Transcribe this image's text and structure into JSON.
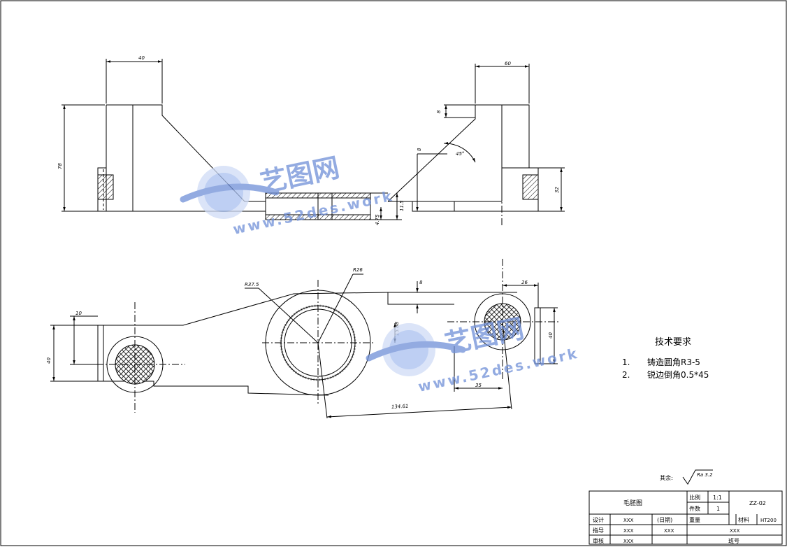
{
  "drawing": {
    "front_view_dims": {
      "width_left": "40",
      "height_left": "78",
      "width_right": "60",
      "rib_thick": "8",
      "web_thick": "8",
      "angle": "45°",
      "boss_height_right": "32",
      "bore_offset": "11.5",
      "wall_thick": "4.75"
    },
    "top_view_dims": {
      "radius_outer": "R37.5",
      "radius_inner": "R26",
      "depth": "8",
      "width_right": "26",
      "height_right": "40",
      "height_left": "40",
      "offset_left": "10",
      "small_dim": "15.88",
      "dist_35": "35",
      "center_dist": "134.61"
    }
  },
  "tech_requirements": {
    "title": "技术要求",
    "items": [
      {
        "num": "1.",
        "text": "铸造圆角R3-5"
      },
      {
        "num": "2.",
        "text": "锐边倒角0.5*45"
      }
    ]
  },
  "surface_finish": {
    "label": "其余:",
    "value": "Ra 3.2"
  },
  "title_block": {
    "drawing_name": "毛胚图",
    "scale_label": "比例",
    "scale_value": "1:1",
    "drawing_no": "ZZ-02",
    "qty_label": "件数",
    "qty_value": "1",
    "weight_label": "重量",
    "material_label": "材料",
    "material_value": "HT200",
    "design_label": "设计",
    "design_value": "XXX",
    "date_label": "(日期)",
    "guide_label": "指导",
    "guide_value": "XXX",
    "guide_value2": "XXX",
    "school_value": "XXX",
    "review_label": "审核",
    "review_value": "XXX",
    "class_label": "班号"
  },
  "watermark": {
    "brand_cn": "艺图网",
    "brand_url": "www.52des.work",
    "colors": {
      "primary": "#6f8fd8",
      "light": "#a9c0f0"
    }
  }
}
